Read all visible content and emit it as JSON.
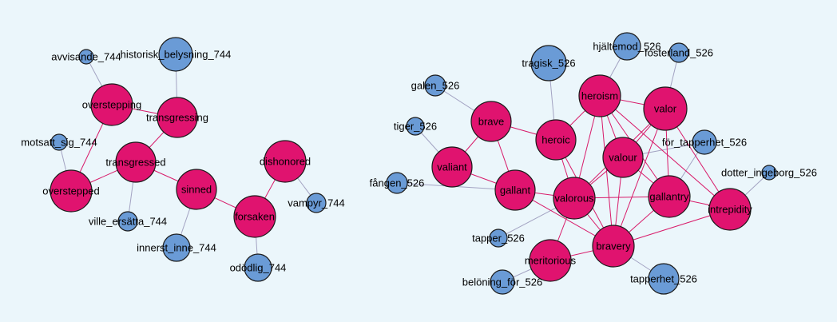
{
  "colors": {
    "background": "#ebf6fb",
    "english_node": "#e0136f",
    "swedish_node": "#6a9bd6",
    "english_edge": "#d81b6a",
    "link_edge": "#a3a3c2"
  },
  "nodes": [
    {
      "id": "historisk_belysning_744",
      "kind": "swedish"
    },
    {
      "id": "avvisande_744",
      "kind": "swedish"
    },
    {
      "id": "overstepping",
      "kind": "english"
    },
    {
      "id": "transgressing",
      "kind": "english"
    },
    {
      "id": "motsatt_sig_744",
      "kind": "swedish"
    },
    {
      "id": "transgressed",
      "kind": "english"
    },
    {
      "id": "dishonored",
      "kind": "english"
    },
    {
      "id": "overstepped",
      "kind": "english"
    },
    {
      "id": "sinned",
      "kind": "english"
    },
    {
      "id": "vampyr_744",
      "kind": "swedish"
    },
    {
      "id": "forsaken",
      "kind": "english"
    },
    {
      "id": "ville_ersätta_744",
      "kind": "swedish"
    },
    {
      "id": "innerst_inne_744",
      "kind": "swedish"
    },
    {
      "id": "odödlig_744",
      "kind": "swedish"
    },
    {
      "id": "hjältemod_526",
      "kind": "swedish"
    },
    {
      "id": "fosterland_526",
      "kind": "swedish"
    },
    {
      "id": "tragisk_526",
      "kind": "swedish"
    },
    {
      "id": "galen_526",
      "kind": "swedish"
    },
    {
      "id": "heroism",
      "kind": "english"
    },
    {
      "id": "valor",
      "kind": "english"
    },
    {
      "id": "brave",
      "kind": "english"
    },
    {
      "id": "tiger_526",
      "kind": "swedish"
    },
    {
      "id": "heroic",
      "kind": "english"
    },
    {
      "id": "för_tapperhet_526",
      "kind": "swedish"
    },
    {
      "id": "valour",
      "kind": "english"
    },
    {
      "id": "valiant",
      "kind": "english"
    },
    {
      "id": "dotter_ingeborg_526",
      "kind": "swedish"
    },
    {
      "id": "fången_526",
      "kind": "swedish"
    },
    {
      "id": "gallant",
      "kind": "english"
    },
    {
      "id": "valorous",
      "kind": "english"
    },
    {
      "id": "gallantry",
      "kind": "english"
    },
    {
      "id": "intrepidity",
      "kind": "english"
    },
    {
      "id": "tapper_526",
      "kind": "swedish"
    },
    {
      "id": "bravery",
      "kind": "english"
    },
    {
      "id": "meritorious",
      "kind": "english"
    },
    {
      "id": "belöning_för_526",
      "kind": "swedish"
    },
    {
      "id": "tapperhet_526",
      "kind": "swedish"
    }
  ],
  "edges": [
    [
      "avvisande_744",
      "overstepping"
    ],
    [
      "historisk_belysning_744",
      "transgressing"
    ],
    [
      "overstepping",
      "transgressing"
    ],
    [
      "overstepping",
      "overstepped"
    ],
    [
      "motsatt_sig_744",
      "overstepped"
    ],
    [
      "transgressed",
      "overstepped"
    ],
    [
      "transgressed",
      "transgressing"
    ],
    [
      "transgressed",
      "sinned"
    ],
    [
      "transgressed",
      "ville_ersätta_744"
    ],
    [
      "sinned",
      "forsaken"
    ],
    [
      "sinned",
      "innerst_inne_744"
    ],
    [
      "dishonored",
      "forsaken"
    ],
    [
      "dishonored",
      "vampyr_744"
    ],
    [
      "forsaken",
      "odödlig_744"
    ],
    [
      "hjältemod_526",
      "heroism"
    ],
    [
      "fosterland_526",
      "valor"
    ],
    [
      "tragisk_526",
      "heroic"
    ],
    [
      "galen_526",
      "brave"
    ],
    [
      "tiger_526",
      "valiant"
    ],
    [
      "fången_526",
      "gallant"
    ],
    [
      "för_tapperhet_526",
      "valour"
    ],
    [
      "för_tapperhet_526",
      "gallantry"
    ],
    [
      "dotter_ingeborg_526",
      "intrepidity"
    ],
    [
      "tapper_526",
      "valorous"
    ],
    [
      "belöning_för_526",
      "meritorious"
    ],
    [
      "tapperhet_526",
      "bravery"
    ],
    [
      "brave",
      "valiant"
    ],
    [
      "brave",
      "heroic"
    ],
    [
      "brave",
      "gallant"
    ],
    [
      "valiant",
      "gallant"
    ],
    [
      "heroic",
      "heroism"
    ],
    [
      "heroic",
      "valorous"
    ],
    [
      "heroic",
      "bravery"
    ],
    [
      "heroism",
      "valor"
    ],
    [
      "heroism",
      "valour"
    ],
    [
      "heroism",
      "valorous"
    ],
    [
      "heroism",
      "gallantry"
    ],
    [
      "heroism",
      "bravery"
    ],
    [
      "heroism",
      "intrepidity"
    ],
    [
      "valor",
      "valour"
    ],
    [
      "valor",
      "valorous"
    ],
    [
      "valor",
      "gallantry"
    ],
    [
      "valor",
      "bravery"
    ],
    [
      "valor",
      "intrepidity"
    ],
    [
      "valour",
      "valorous"
    ],
    [
      "valour",
      "gallantry"
    ],
    [
      "valour",
      "bravery"
    ],
    [
      "gallant",
      "valorous"
    ],
    [
      "gallant",
      "bravery"
    ],
    [
      "valorous",
      "gallantry"
    ],
    [
      "valorous",
      "bravery"
    ],
    [
      "valorous",
      "meritorious"
    ],
    [
      "gallantry",
      "bravery"
    ],
    [
      "gallantry",
      "intrepidity"
    ],
    [
      "bravery",
      "intrepidity"
    ],
    [
      "bravery",
      "meritorious"
    ]
  ]
}
